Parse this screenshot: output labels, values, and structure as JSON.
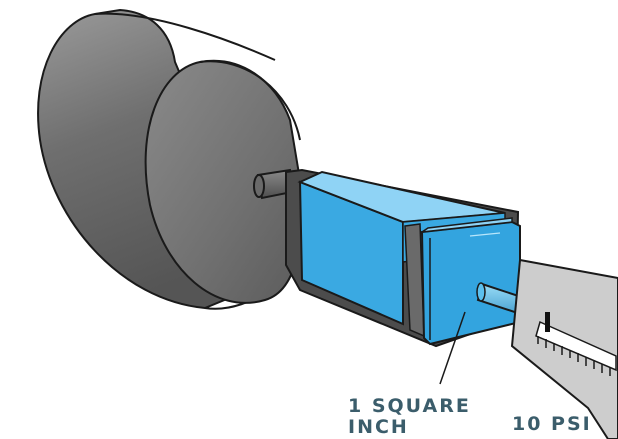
{
  "labels": {
    "area_line1": "1 SQUARE",
    "area_line2": "INCH",
    "pressure": "10 PSI"
  },
  "colors": {
    "cylinder_body": "#6e6e6e",
    "cylinder_end": "#7a7a7a",
    "piston_blue": "#3aa9e2",
    "piston_top": "#8fd3f5",
    "housing_dark": "#4a4a4a",
    "gauge_plate": "#c9c9c9",
    "label_text": "#3b5d6b"
  }
}
